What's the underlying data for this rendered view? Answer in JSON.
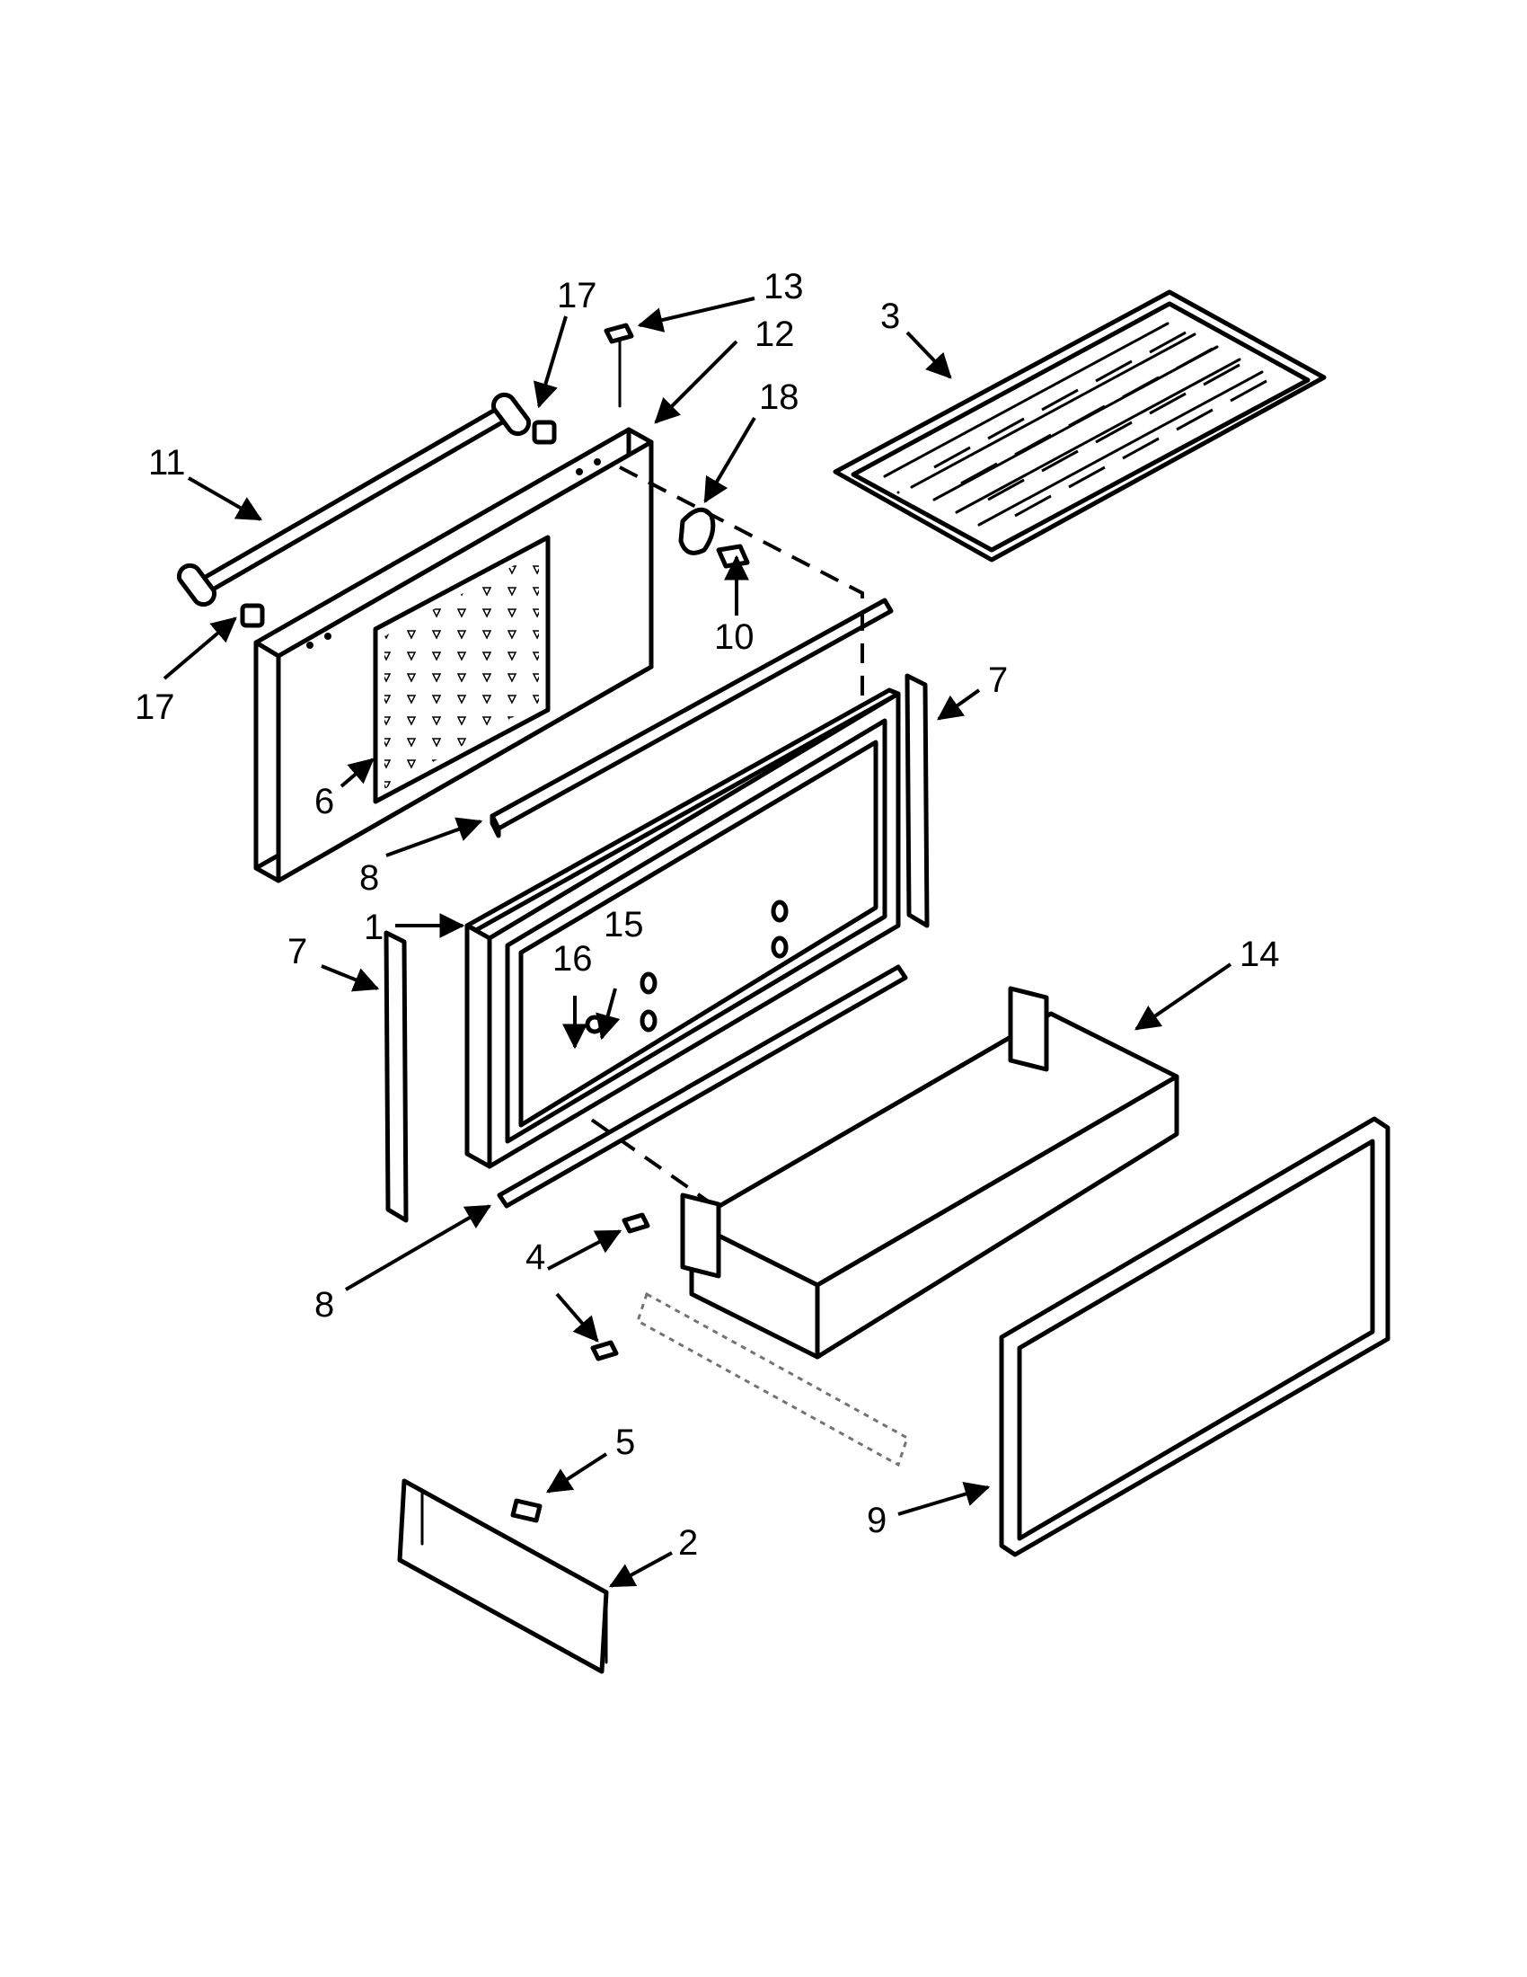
{
  "callouts": {
    "c1": "1",
    "c2": "2",
    "c3": "3",
    "c4": "4",
    "c5": "5",
    "c6": "6",
    "c7a": "7",
    "c7b": "7",
    "c8a": "8",
    "c8b": "8",
    "c9": "9",
    "c10": "10",
    "c11": "11",
    "c12": "12",
    "c13": "13",
    "c14": "14",
    "c15": "15",
    "c16": "16",
    "c17a": "17",
    "c17b": "17",
    "c18": "18"
  },
  "colors": {
    "line": "#000000",
    "background": "#ffffff"
  }
}
